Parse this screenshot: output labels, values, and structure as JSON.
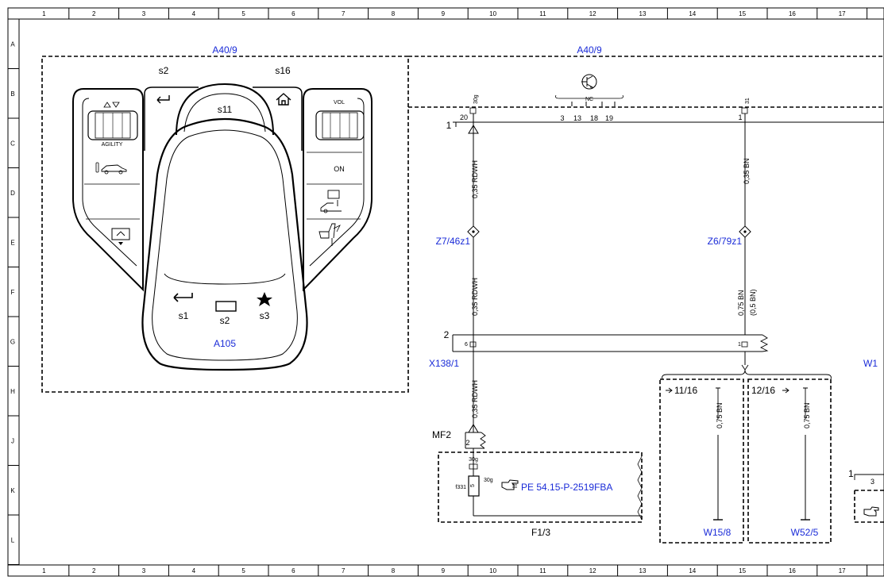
{
  "grid": {
    "columns": [
      "1",
      "2",
      "3",
      "4",
      "5",
      "6",
      "7",
      "8",
      "9",
      "10",
      "11",
      "12",
      "13",
      "14",
      "15",
      "16",
      "17"
    ],
    "rows": [
      "A",
      "B",
      "C",
      "D",
      "E",
      "F",
      "G",
      "H",
      "J",
      "K",
      "L"
    ]
  },
  "components": {
    "control_unit_left": "A40/9",
    "control_unit_right": "A40/9",
    "touchpad": "A105",
    "switch_s2_top": "s2",
    "switch_s16": "s16",
    "switch_s11": "s11",
    "switch_s1": "s1",
    "switch_s2_bottom": "s2",
    "switch_s3": "s3",
    "agility_label": "AGILITY",
    "vol_label": "VOL",
    "on_label": "ON",
    "nc_label": "NC"
  },
  "connectors": {
    "pin_30g_top": "30g",
    "pin_31_top": "31",
    "pin_20": "20",
    "pin_1_top": "1",
    "pins_nc": [
      "3",
      "13",
      "18",
      "19"
    ],
    "bus_1": "1",
    "bus_2": "2",
    "x138_pin_6": "6",
    "x138_pin_1": "1",
    "x138": "X138/1",
    "mf2": "MF2",
    "mf2_pin": "2",
    "pin_30g_fuse": "30g",
    "pin_30g_fuse_side": "30g",
    "fuse_id": "f331",
    "fuse_rating": "5",
    "f13": "F1/3",
    "pe_reference": "PE 54.15-P-2519FBA",
    "w15": "W15/8",
    "w52": "W52/5",
    "ref_11_16": "11/16",
    "ref_12_16": "12/16",
    "w1_partial": "W1",
    "partial_pin_1": "1",
    "partial_pin_3": "3"
  },
  "splices": {
    "z7": "Z7/46z1",
    "z6": "Z6/79z1"
  },
  "wires": {
    "rdwh_upper": "0,35 RDWH",
    "rdwh_middle": "0,35 RDWH",
    "rdwh_lower": "0,35 RDWH",
    "bn_upper": "0,35 BN",
    "bn_middle": "0,75 BN",
    "bn_middle_alt": "(0,5 BN)",
    "bn_w15": "0,75 BN",
    "bn_w52": "0,75 BN"
  },
  "colors": {
    "ink": "#000000",
    "reference_blue": "#1a2bd8",
    "background": "#ffffff"
  }
}
